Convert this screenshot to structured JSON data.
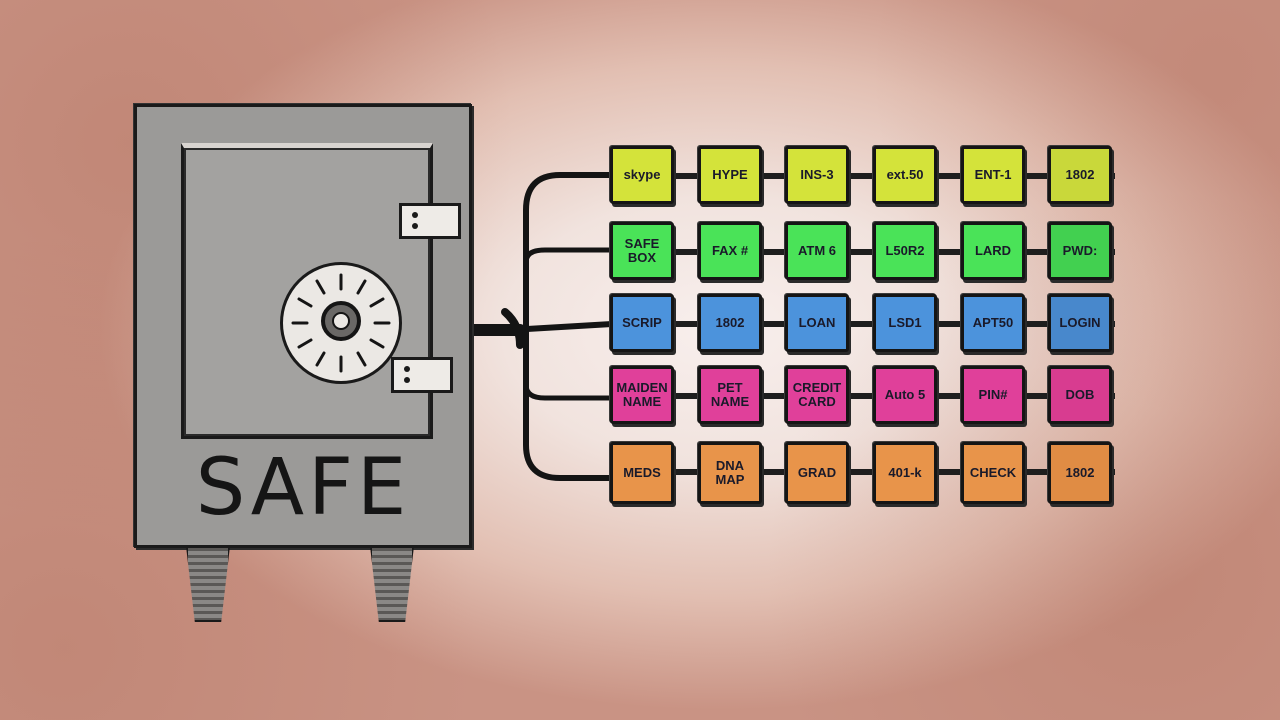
{
  "safe": {
    "label": "SAFE",
    "body_color": "#9b9a98",
    "dial_color": "#ebe8e4"
  },
  "grid": {
    "rows": [
      {
        "color": "#d4e33a",
        "items": [
          "skype",
          "HYPE",
          "INS-3",
          "ext.50",
          "ENT-1",
          "1802"
        ]
      },
      {
        "color": "#4ae358",
        "items": [
          "SAFE\nBOX",
          "FAX #",
          "ATM 6",
          "L50R2",
          "LARD",
          "PWD:"
        ]
      },
      {
        "color": "#4c93dc",
        "items": [
          "SCRIP",
          "1802",
          "LOAN",
          "LSD1",
          "APT50",
          "LOGIN"
        ]
      },
      {
        "color": "#e0409a",
        "items": [
          "MAIDEN\nNAME",
          "PET\nNAME",
          "CREDIT\nCARD",
          "Auto 5",
          "PIN#",
          "DOB"
        ]
      },
      {
        "color": "#e8944a",
        "items": [
          "MEDS",
          "DNA\nMAP",
          "GRAD",
          "401-k",
          "CHECK",
          "1802"
        ]
      }
    ]
  }
}
